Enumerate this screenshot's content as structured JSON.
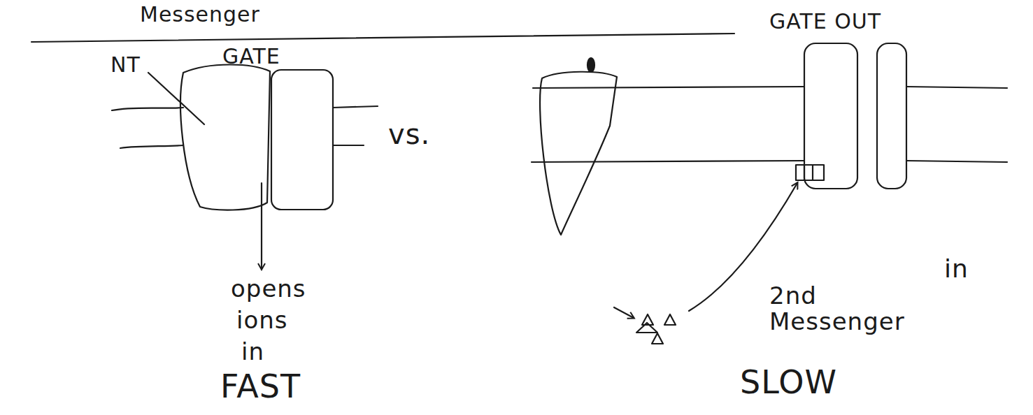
{
  "diagram": {
    "labels": [
      "Messenger",
      "NT",
      "GATE",
      "vs.",
      "opens",
      "ions",
      "in",
      "FAST",
      "GATE OUT",
      "2nd Messenger",
      "in",
      "SLOW"
    ]
  }
}
